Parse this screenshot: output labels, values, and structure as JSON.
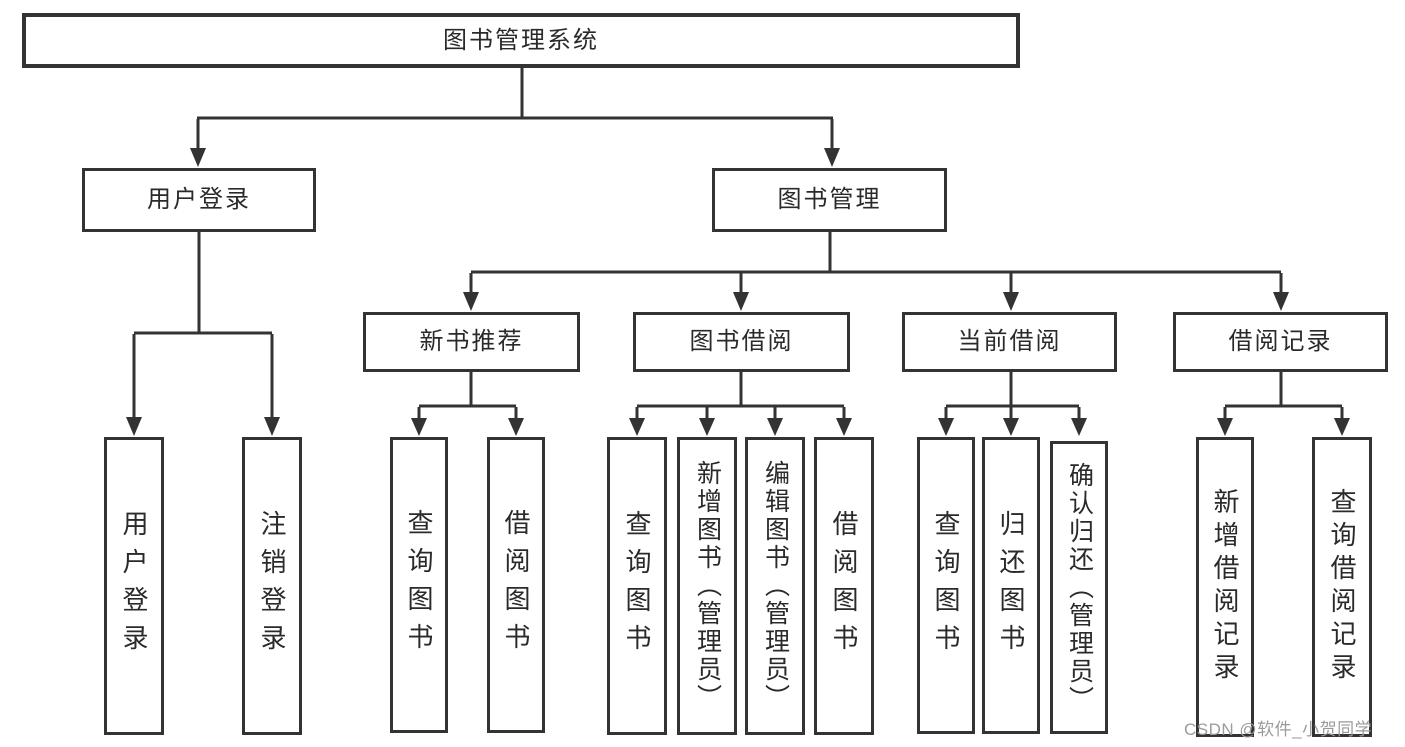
{
  "colors": {
    "background": "#ffffff",
    "line": "#333333",
    "text": "#2a2a2a",
    "watermark_text": "#9b9b9b"
  },
  "watermark": {
    "text": "CSDN @软件_小贺同学"
  },
  "diagram": {
    "root": {
      "label": "图书管理系统"
    },
    "children": [
      {
        "label": "用户登录",
        "children": [
          {
            "label": "用户登录"
          },
          {
            "label": "注销登录"
          }
        ]
      },
      {
        "label": "图书管理",
        "children": [
          {
            "label": "新书推荐",
            "children": [
              {
                "label": "查询图书"
              },
              {
                "label": "借阅图书"
              }
            ]
          },
          {
            "label": "图书借阅",
            "children": [
              {
                "label": "查询图书"
              },
              {
                "label": "新增图书（管理员）"
              },
              {
                "label": "编辑图书（管理员）"
              },
              {
                "label": "借阅图书"
              }
            ]
          },
          {
            "label": "当前借阅",
            "children": [
              {
                "label": "查询图书"
              },
              {
                "label": "归还图书"
              },
              {
                "label": "确认归还（管理员）"
              }
            ]
          },
          {
            "label": "借阅记录",
            "children": [
              {
                "label": "新增借阅记录"
              },
              {
                "label": "查询借阅记录"
              }
            ]
          }
        ]
      }
    ]
  }
}
